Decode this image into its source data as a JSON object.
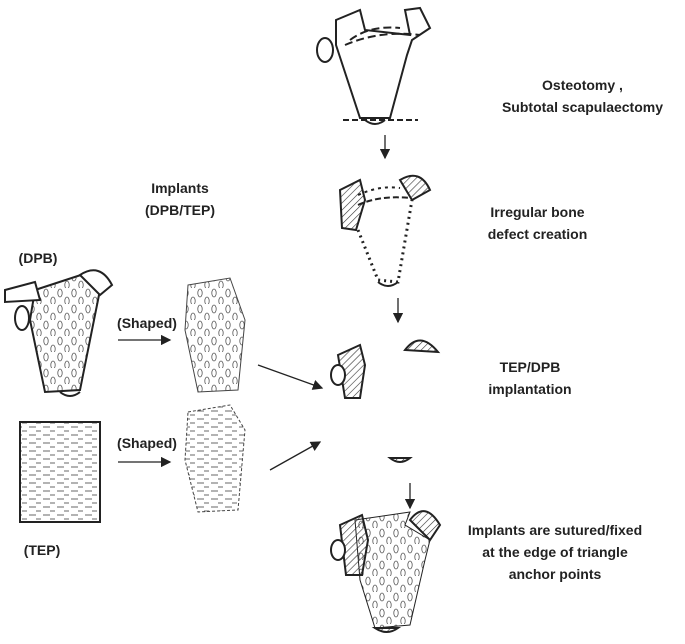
{
  "steps": {
    "osteotomy": [
      "Osteotomy ,",
      "Subtotal scapulaectomy"
    ],
    "defect": [
      "Irregular bone",
      "defect creation"
    ],
    "implantation": [
      "TEP/DPB",
      "implantation"
    ],
    "fixation": [
      "Implants are sutured/fixed",
      "at the edge of triangle",
      "anchor points"
    ]
  },
  "implants": {
    "title": [
      "Implants",
      "(DPB/TEP)"
    ],
    "dpb_label": "(DPB)",
    "tep_label": "(TEP)",
    "shaped_label_1": "(Shaped)",
    "shaped_label_2": "(Shaped)"
  }
}
